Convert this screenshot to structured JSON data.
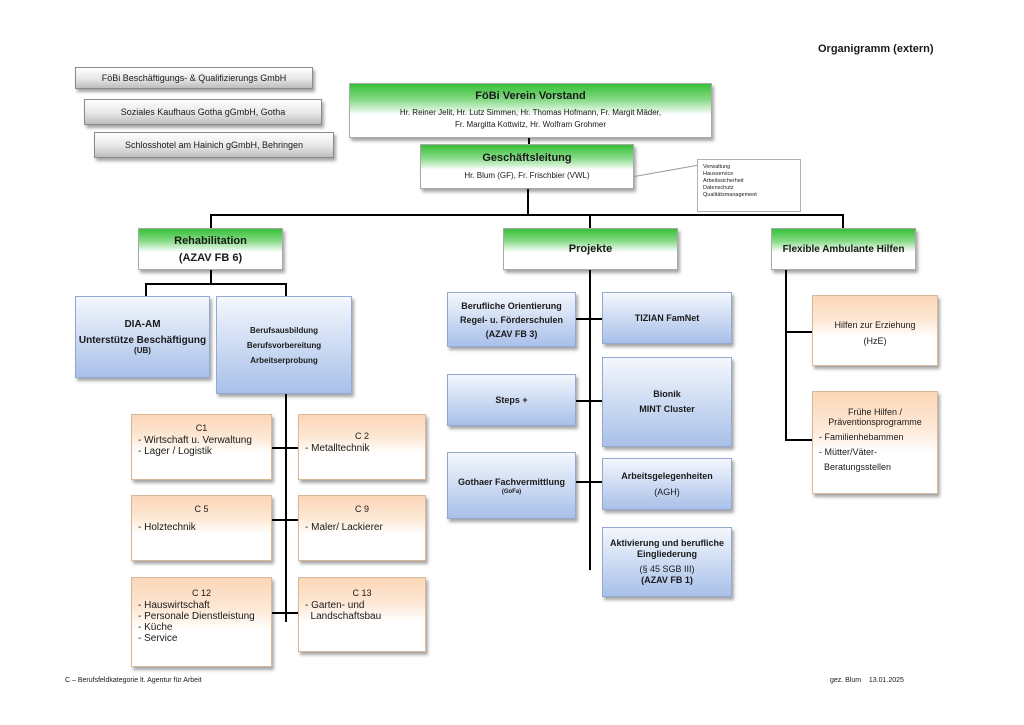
{
  "header": {
    "title": "Organigramm (extern)"
  },
  "companies": [
    "FöBi Beschäftigungs- & Qualifizierungs GmbH",
    "Soziales Kaufhaus Gotha gGmbH, Gotha",
    "Schlosshotel am Hainich gGmbH, Behringen"
  ],
  "board": {
    "title": "FöBi Verein Vorstand",
    "line1": "Hr. Reiner Jelit, Hr. Lutz Simmen, Hr. Thomas Hofmann, Fr. Margit Mäder,",
    "line2": "Fr.  Margitta Kottwitz,  Hr. Wolfram Grohmer"
  },
  "management": {
    "title": "Geschäftsleitung",
    "names": "Hr. Blum (GF),  Fr. Frischbier (VWL)"
  },
  "admin_note": [
    "Verwaltung",
    "Hausservice",
    "Arbeitssicherheit",
    "Datenschutz",
    "Qualitätsmanagement"
  ],
  "rehabilitation": {
    "title": "Rehabilitation",
    "subtitle": "(AZAV FB 6)",
    "dia_am": {
      "title": "DIA-AM",
      "line1": "Unterstütze Beschäftigung",
      "line2": "(UB)"
    },
    "berufs": [
      "Berufsausbildung",
      "Berufsvorbereitung",
      "Arbeitserprobung"
    ],
    "categories": [
      {
        "code": "C1",
        "items": [
          "- Wirtschaft u. Verwaltung",
          "- Lager / Logistik"
        ]
      },
      {
        "code": "C 2",
        "items": [
          "- Metalltechnik"
        ]
      },
      {
        "code": "C 5",
        "items": [
          "- Holztechnik"
        ]
      },
      {
        "code": "C 9",
        "items": [
          "- Maler/ Lackierer"
        ]
      },
      {
        "code": "C 12",
        "items": [
          "- Hauswirtschaft",
          "- Personale Dienstleistung",
          "- Küche",
          "- Service"
        ]
      },
      {
        "code": "C 13",
        "items": [
          "- Garten- und",
          "  Landschaftsbau"
        ]
      }
    ]
  },
  "projekte": {
    "title": "Projekte",
    "left": [
      {
        "lines": [
          "Berufliche Orientierung",
          "Regel- u. Förderschulen",
          "(AZAV FB 3)"
        ]
      },
      {
        "lines": [
          "Steps +"
        ]
      },
      {
        "lines": [
          "Gothaer Fachvermittlung"
        ],
        "sub": "(GoFa)"
      }
    ],
    "right": [
      {
        "lines": [
          "TIZIAN FamNet"
        ]
      },
      {
        "lines": [
          "Bionik",
          "MINT Cluster"
        ]
      },
      {
        "lines": [
          "Arbeitsgelegenheiten",
          "(AGH)"
        ]
      },
      {
        "lines": [
          "Aktivierung und berufliche",
          "Eingliederung"
        ],
        "sub1": "(§ 45 SGB III)",
        "sub2": "(AZAV FB 1)"
      }
    ]
  },
  "flexible": {
    "title": "Flexible Ambulante Hilfen",
    "hze": [
      "Hilfen zur Erziehung",
      "(HzE)"
    ],
    "fruehe": {
      "lines": [
        "Frühe Hilfen /",
        "Präventionsprogramme"
      ],
      "items": [
        "- Familienhebammen",
        "- Mütter/Väter-",
        "  Beratungsstellen"
      ]
    }
  },
  "footer": {
    "left": "C – Berufsfeldkategorie lt. Agentur für Arbeit",
    "right": "gez. Blum    13.01.2025"
  }
}
